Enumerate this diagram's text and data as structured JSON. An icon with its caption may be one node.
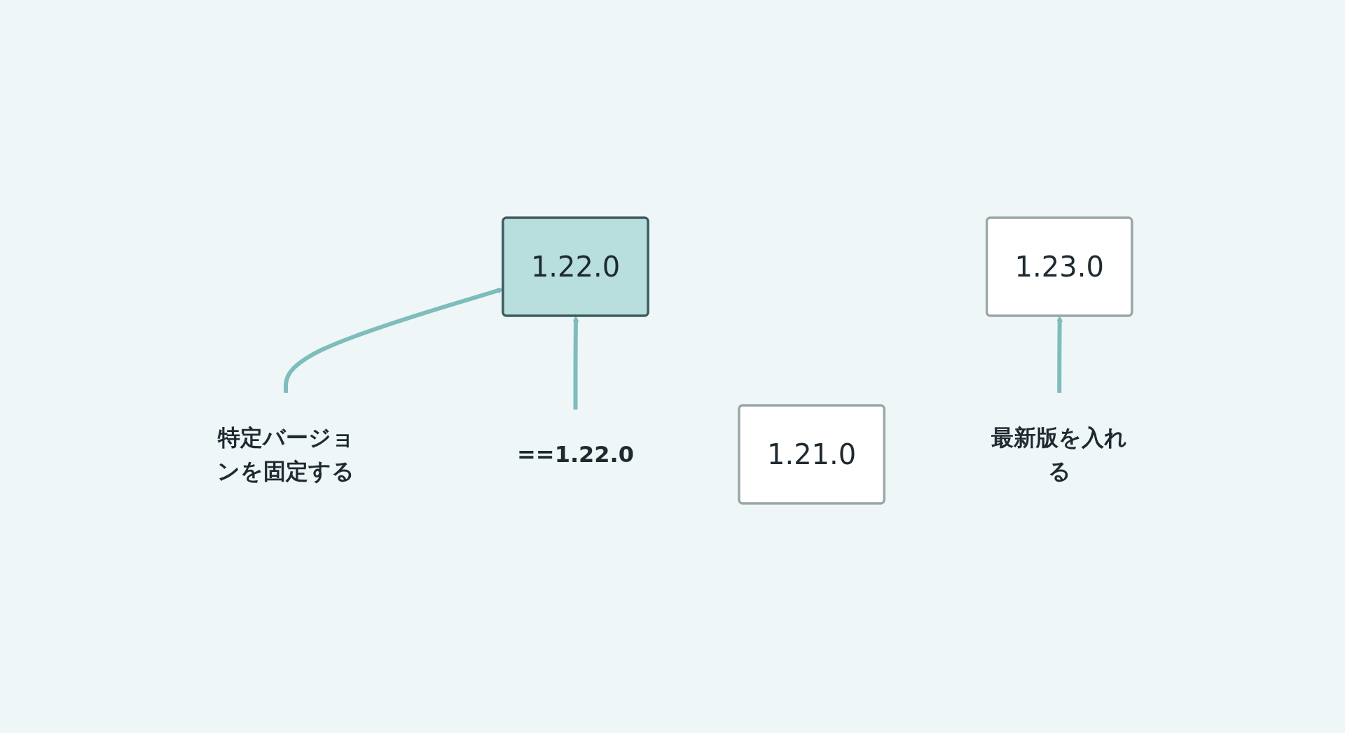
{
  "diagram": {
    "nodes": [
      {
        "text": [
          "1.21.0"
        ]
      },
      {
        "text": [
          "1.22.0"
        ]
      },
      {
        "text": [
          "1.23.0"
        ]
      },
      {
        "text": [
          "最新版を入れる"
        ]
      },
      {
        "text": [
          "特定バージョンを固定する"
        ]
      },
      {
        "text": [
          "==1.22.0"
        ]
      }
    ],
    "edges": [
      {
        "from": 3,
        "to": 2,
        "arrow": "to"
      },
      {
        "from": 4,
        "to": 1,
        "arrow": "to"
      },
      {
        "from": 5,
        "to": 1,
        "arrow": "to"
      }
    ]
  }
}
